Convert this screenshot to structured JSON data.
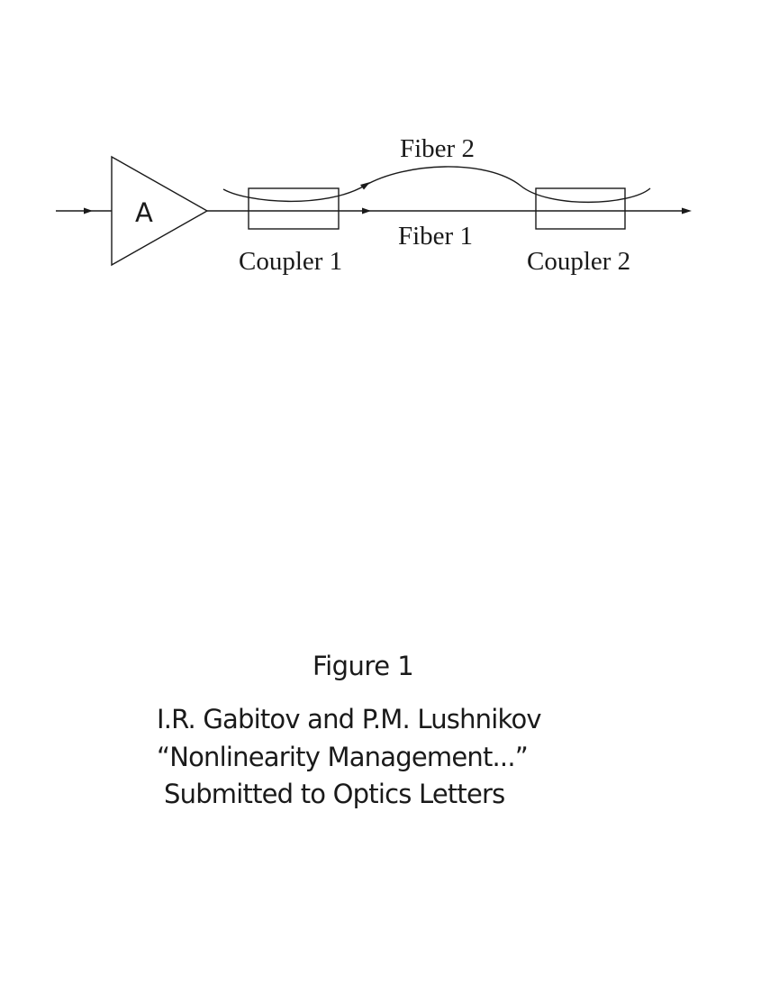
{
  "diagram": {
    "amplifier_label": "A",
    "fiber_top_label": "Fiber 2",
    "fiber_bottom_label": "Fiber 1",
    "coupler_left_label": "Coupler 1",
    "coupler_right_label": "Coupler 2",
    "line_color": "#1a1a1a"
  },
  "caption": {
    "figure_title": "Figure 1",
    "lines": [
      "I.R. Gabitov and P.M. Lushnikov",
      "“Nonlinearity Management...”",
      "Submitted to Optics Letters"
    ]
  }
}
